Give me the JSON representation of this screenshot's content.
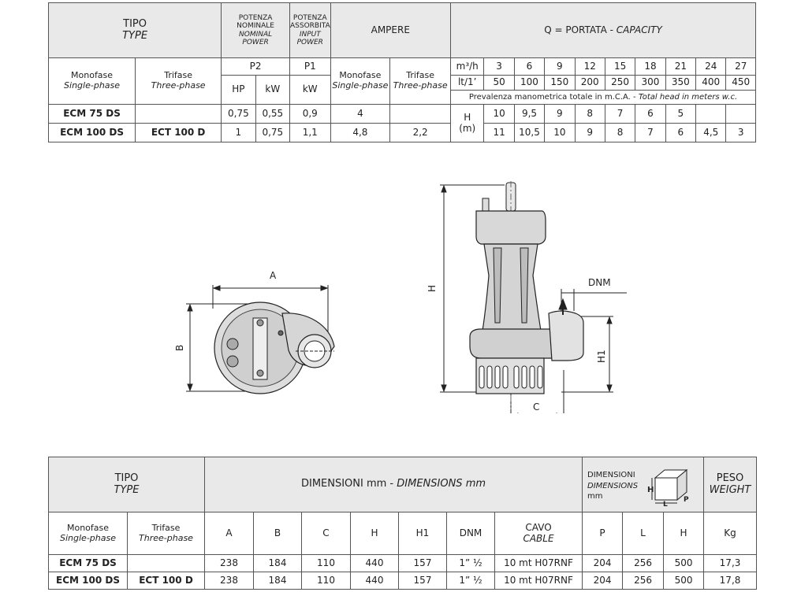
{
  "table1": {
    "tipo": "TIPO",
    "type": "TYPE",
    "potenza_nominale": [
      "POTENZA",
      "NOMINALE"
    ],
    "nominal_power": [
      "NOMINAL",
      "POWER"
    ],
    "potenza_assorbita": [
      "POTENZA",
      "ASSORBITA"
    ],
    "input_power": [
      "INPUT",
      "POWER"
    ],
    "ampere": "AMPERE",
    "capacity_label": "Q = PORTATA - ",
    "capacity_label_it": "CAPACITY",
    "monofase": "Monofase",
    "single_phase": "Single-phase",
    "trifase": "Trifase",
    "three_phase": "Three-phase",
    "p2": "P2",
    "p1": "P1",
    "hp": "HP",
    "kw": "kW",
    "m3h": "m³/h",
    "lt1": "lt/1’",
    "m3h_values": [
      "3",
      "6",
      "9",
      "12",
      "15",
      "18",
      "21",
      "24",
      "27"
    ],
    "lt1_values": [
      "50",
      "100",
      "150",
      "200",
      "250",
      "300",
      "350",
      "400",
      "450"
    ],
    "head_note": "Prevalenza manometrica totale in m.C.A. - ",
    "head_note_it": "Total head in meters w.c.",
    "h_label": "H",
    "m_label": "(m)",
    "rows": [
      {
        "mono": "ECM 75 DS",
        "tri": "",
        "hp": "0,75",
        "kw": "0,55",
        "p1": "0,9",
        "amp_mono": "4",
        "amp_tri": "",
        "heads": [
          "10",
          "9,5",
          "9",
          "8",
          "7",
          "6",
          "5",
          "",
          ""
        ]
      },
      {
        "mono": "ECM 100 DS",
        "tri": "ECT 100 D",
        "hp": "1",
        "kw": "0,75",
        "p1": "1,1",
        "amp_mono": "4,8",
        "amp_tri": "2,2",
        "heads": [
          "11",
          "10,5",
          "10",
          "9",
          "8",
          "7",
          "6",
          "4,5",
          "3"
        ]
      }
    ]
  },
  "diagram": {
    "a": "A",
    "b": "B",
    "h": "H",
    "h1": "H1",
    "c": "C",
    "dnm": "DNM"
  },
  "table2": {
    "tipo": "TIPO",
    "type": "TYPE",
    "dim_label": "DIMENSIONI mm - ",
    "dim_label_it": "DIMENSIONS mm",
    "box_dim": "DIMENSIONI",
    "box_dim_it": "DIMENSIONS",
    "box_mm": "mm",
    "peso": "PESO",
    "weight": "WEIGHT",
    "monofase": "Monofase",
    "single_phase": "Single-phase",
    "trifase": "Trifase",
    "three_phase": "Three-phase",
    "cols": [
      "A",
      "B",
      "C",
      "H",
      "H1",
      "DNM"
    ],
    "cavo": "CAVO",
    "cable": "CABLE",
    "p": "P",
    "l": "L",
    "hh": "H",
    "kg": "Kg",
    "rows": [
      {
        "mono": "ECM 75 DS",
        "tri": "",
        "a": "238",
        "b": "184",
        "c": "110",
        "h": "440",
        "h1": "157",
        "dnm": "1” ½",
        "cavo": "10 mt H07RNF",
        "p": "204",
        "l": "256",
        "hh": "500",
        "kg": "17,3"
      },
      {
        "mono": "ECM 100 DS",
        "tri": "ECT 100 D",
        "a": "238",
        "b": "184",
        "c": "110",
        "h": "440",
        "h1": "157",
        "dnm": "1” ½",
        "cavo": "10 mt H07RNF",
        "p": "204",
        "l": "256",
        "hh": "500",
        "kg": "17,8"
      }
    ]
  }
}
